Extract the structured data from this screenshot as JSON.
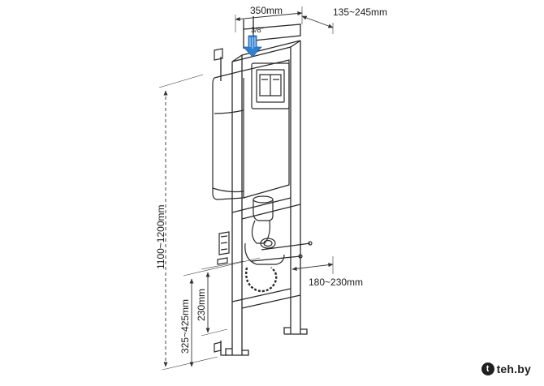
{
  "dimensions": {
    "frame_width": "350mm",
    "depth_adjust": "135~245mm",
    "inlet_size": "3/8\"",
    "total_height": "1100~1200mm",
    "outlet_height": "325~425mm",
    "bolt_spacing": "230mm",
    "stud_length": "180~230mm"
  },
  "watermark": {
    "logo_letter": "t",
    "text": "teh.by"
  },
  "colors": {
    "line": "#2a2a2a",
    "dimension": "#333333",
    "inlet_arrow": "#2f7fd0"
  }
}
